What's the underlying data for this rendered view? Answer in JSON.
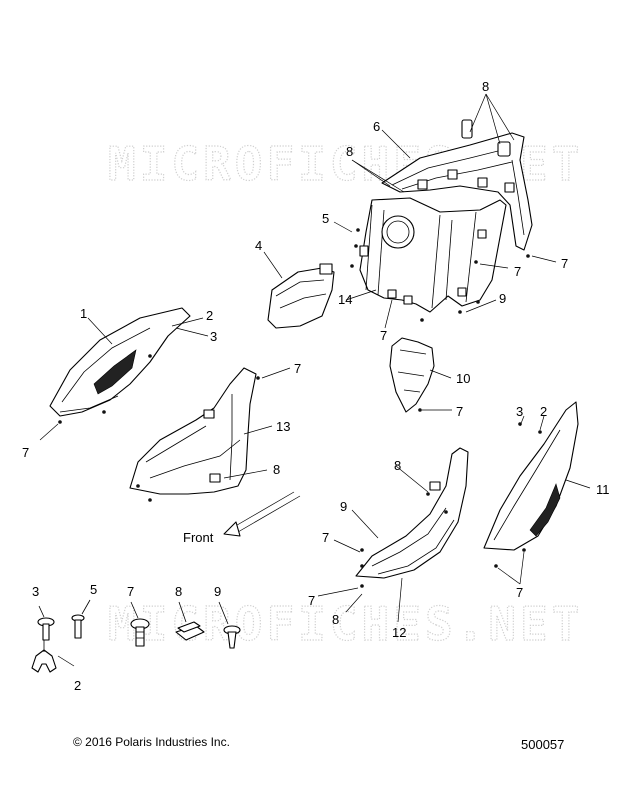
{
  "watermark": {
    "top": "MICROFICHES.NET",
    "bottom": "MICROFICHES.NET"
  },
  "callouts": {
    "c1": "1",
    "c2a": "2",
    "c3a": "3",
    "c4": "4",
    "c5": "5",
    "c6": "6",
    "c7a": "7",
    "c7b": "7",
    "c7c": "7",
    "c7d": "7",
    "c7e": "7",
    "c7f": "7",
    "c7g": "7",
    "c7h": "7",
    "c7i": "7",
    "c8a": "8",
    "c8b": "8",
    "c8c": "8",
    "c8d": "8",
    "c8e": "8",
    "c9a": "9",
    "c9b": "9",
    "c10": "10",
    "c11": "11",
    "c12": "12",
    "c13": "13",
    "c14": "14",
    "c2b": "2",
    "c3b": "3"
  },
  "legend": {
    "l3": "3",
    "l5": "5",
    "l7": "7",
    "l8": "8",
    "l9": "9",
    "l2": "2"
  },
  "front_label": "Front",
  "copyright": "© 2016 Polaris Industries Inc.",
  "diagram_number": "500057"
}
